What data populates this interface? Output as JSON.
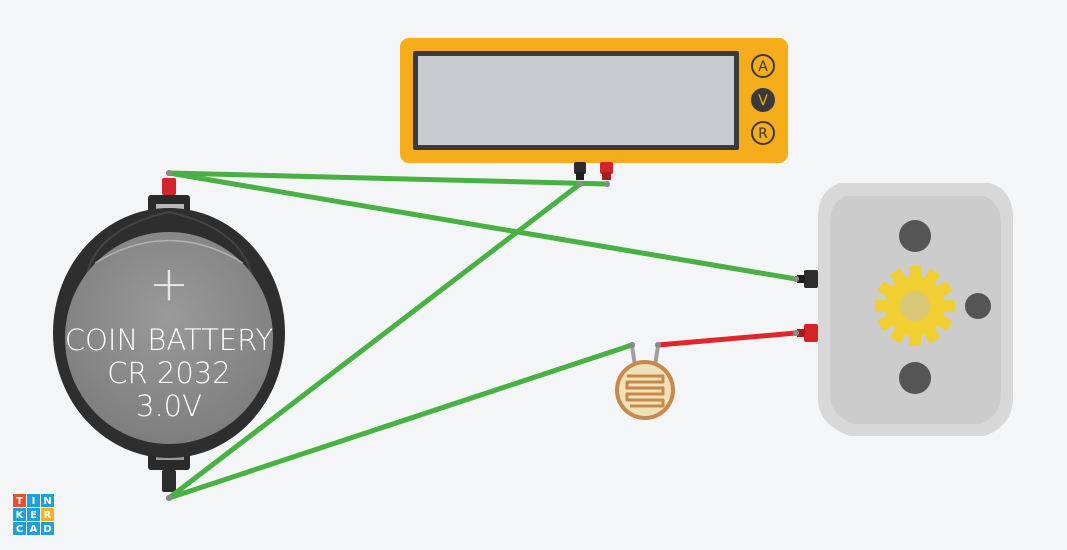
{
  "battery": {
    "polarity": "+",
    "label_line1": "COIN BATTERY",
    "label_line2": "CR 2032",
    "label_line3": "3.0V"
  },
  "multimeter": {
    "modes": [
      "A",
      "V",
      "R"
    ],
    "active_mode": "V",
    "display_value": ""
  },
  "logo": {
    "letters": [
      "T",
      "I",
      "N",
      "K",
      "E",
      "R",
      "C",
      "A",
      "D"
    ],
    "colors": [
      "#e5502e",
      "#1ea0d8",
      "#1ea0d8",
      "#1ea0d8",
      "#1ea0d8",
      "#f7b21d",
      "#1ea0d8",
      "#1ea0d8",
      "#1ea0d8"
    ]
  },
  "colors": {
    "wire_green": "#47b142",
    "wire_red": "#e0252c",
    "multimeter_body": "#f5ad1b",
    "motor_body": "#cfcfcf",
    "gear": "#f1cf33",
    "battery_body": "#2e2e2e"
  }
}
